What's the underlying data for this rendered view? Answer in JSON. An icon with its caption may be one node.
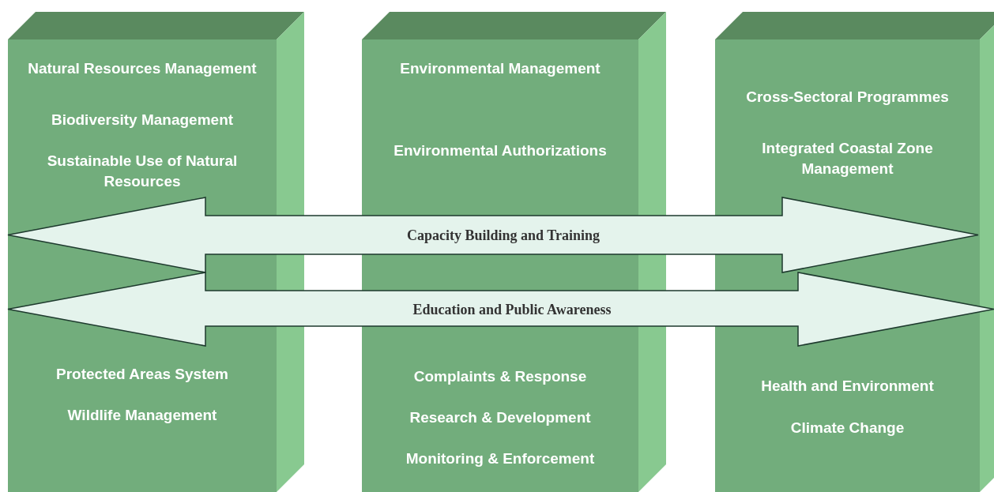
{
  "diagram": {
    "nodes": [
      {
        "text": [
          "Natural Resources Management",
          "Biodiversity Management",
          "Sustainable Use of Natural Resources",
          "Protected Areas System",
          "Wildlife Management"
        ]
      },
      {
        "text": [
          "Environmental Management",
          "Environmental Authorizations",
          "Complaints & Response",
          "Research & Development",
          "Monitoring & Enforcement"
        ]
      },
      {
        "text": [
          "Cross-Sectoral Programmes",
          "Integrated Coastal Zone Management",
          "Health and Environment",
          "Climate Change"
        ]
      },
      {
        "text": [
          "Capacity Building and Training"
        ]
      },
      {
        "text": [
          "Education and Public Awareness"
        ]
      }
    ]
  }
}
